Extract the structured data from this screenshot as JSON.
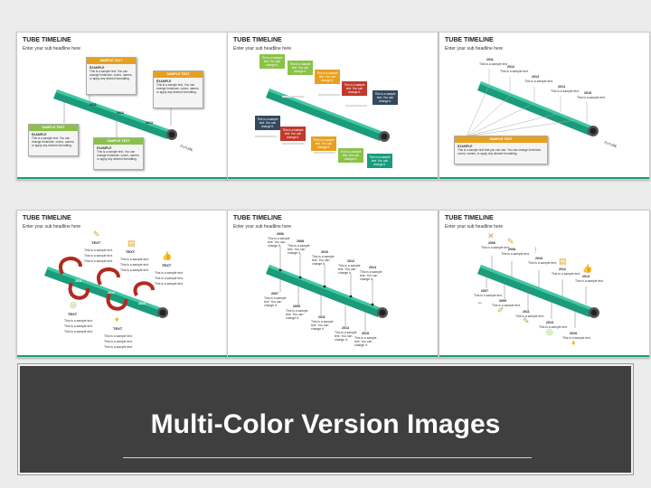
{
  "colors": {
    "teal": "#1a9b7c",
    "orange": "#e8a020",
    "green": "#8ac249",
    "red": "#c0392b",
    "banner": "#3f3f3f"
  },
  "slides": [
    {
      "title": "TUBE TIMELINE",
      "subtitle": "Enter your sub headline here",
      "years": [
        "2011",
        "2012",
        "2013"
      ],
      "future": "FUTURE",
      "box_header": "SAMPLE TEXT",
      "box_label": "EXAMPLE",
      "box_body": "This is a sample text. You can change fonts/size, colors, names, or apply any desired formatting."
    },
    {
      "title": "TUBE TIMELINE",
      "subtitle": "Enter your sub headline here",
      "box_text": "This is a sample text. You can change it."
    },
    {
      "title": "TUBE TIMELINE",
      "subtitle": "Enter your sub headline here",
      "years": [
        "2011",
        "2012",
        "2013",
        "2014",
        "2015"
      ],
      "future": "FUTURE",
      "point_text": "This is a sample text.",
      "box_header": "SAMPLE TEXT",
      "box_label": "EXAMPLE",
      "box_body": "This is a sample text that you can use. You can change fonts/size, colors, names, or apply any desired formatting."
    },
    {
      "title": "TUBE TIMELINE",
      "subtitle": "Enter your sub headline here",
      "years": [
        "2011",
        "2012",
        "2013"
      ],
      "text_label": "TEXT",
      "bullet": "This is a sample text."
    },
    {
      "title": "TUBE TIMELINE",
      "subtitle": "Enter your sub headline here",
      "years_top": [
        "2006",
        "2008",
        "2010",
        "2012",
        "2014"
      ],
      "years_bottom": [
        "2007",
        "2009",
        "2011",
        "2013",
        "2015"
      ],
      "point_text": "This is a sample text. You can change it."
    },
    {
      "title": "TUBE TIMELINE",
      "subtitle": "Enter your sub headline here",
      "years_top": [
        "2006",
        "2008",
        "2010",
        "2012",
        "2014"
      ],
      "years_bottom": [
        "2007",
        "2009",
        "2011",
        "2013",
        "2015"
      ],
      "point_text": "This is a sample text."
    }
  ],
  "banner": {
    "title": "Multi-Color Version Images"
  }
}
